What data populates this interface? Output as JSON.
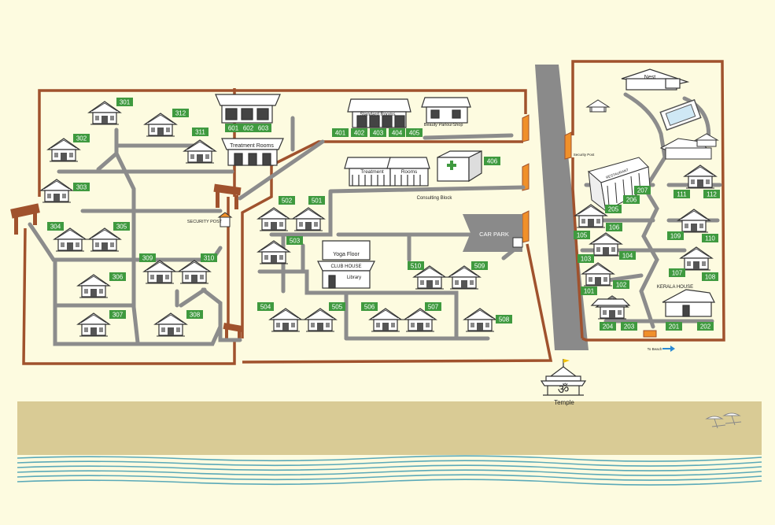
{
  "colors": {
    "background": "#fdfbe0",
    "boundary": "#a0522d",
    "path": "#8c8c8c",
    "road": "#8a8a8a",
    "room_tag": "#3f9a3f",
    "sand": "#d9cb95",
    "sea_stripe": "#5aa9b8",
    "gate": "#a0522d",
    "orange_marker": "#f0902a"
  },
  "rooms": [
    {
      "id": "r301",
      "label": "301"
    },
    {
      "id": "r312",
      "label": "312"
    },
    {
      "id": "r311",
      "label": "311"
    },
    {
      "id": "r302",
      "label": "302"
    },
    {
      "id": "r303",
      "label": "303"
    },
    {
      "id": "r304",
      "label": "304"
    },
    {
      "id": "r305",
      "label": "305"
    },
    {
      "id": "r306",
      "label": "306"
    },
    {
      "id": "r307",
      "label": "307"
    },
    {
      "id": "r308",
      "label": "308"
    },
    {
      "id": "r309",
      "label": "309"
    },
    {
      "id": "r310",
      "label": "310"
    },
    {
      "id": "r601",
      "label": "601"
    },
    {
      "id": "r602",
      "label": "602"
    },
    {
      "id": "r603",
      "label": "603"
    },
    {
      "id": "r401",
      "label": "401"
    },
    {
      "id": "r402",
      "label": "402"
    },
    {
      "id": "r403",
      "label": "403"
    },
    {
      "id": "r404",
      "label": "404"
    },
    {
      "id": "r405",
      "label": "405"
    },
    {
      "id": "r406",
      "label": "406"
    },
    {
      "id": "r501",
      "label": "501"
    },
    {
      "id": "r502",
      "label": "502"
    },
    {
      "id": "r503",
      "label": "503"
    },
    {
      "id": "r504",
      "label": "504"
    },
    {
      "id": "r505",
      "label": "505"
    },
    {
      "id": "r506",
      "label": "506"
    },
    {
      "id": "r507",
      "label": "507"
    },
    {
      "id": "r508",
      "label": "508"
    },
    {
      "id": "r509",
      "label": "509"
    },
    {
      "id": "r510",
      "label": "510"
    },
    {
      "id": "r101",
      "label": "101"
    },
    {
      "id": "r102",
      "label": "102"
    },
    {
      "id": "r103",
      "label": "103"
    },
    {
      "id": "r104",
      "label": "104"
    },
    {
      "id": "r105",
      "label": "105"
    },
    {
      "id": "r106",
      "label": "106"
    },
    {
      "id": "r107",
      "label": "107"
    },
    {
      "id": "r108",
      "label": "108"
    },
    {
      "id": "r109",
      "label": "109"
    },
    {
      "id": "r110",
      "label": "110"
    },
    {
      "id": "r111",
      "label": "111"
    },
    {
      "id": "r112",
      "label": "112"
    },
    {
      "id": "r201",
      "label": "201"
    },
    {
      "id": "r202",
      "label": "202"
    },
    {
      "id": "r203",
      "label": "203"
    },
    {
      "id": "r204",
      "label": "204"
    },
    {
      "id": "r205",
      "label": "205"
    },
    {
      "id": "r206",
      "label": "206"
    },
    {
      "id": "r207",
      "label": "207"
    }
  ],
  "labels": {
    "treatment_rooms": "Treatment Rooms",
    "standard_rooms": "Standard Rooms",
    "beauty_parlour": "Beauty Parlour",
    "shop": "Shop",
    "treatment": "Treatment",
    "rooms": "Rooms",
    "consulting_block": "Consulting Block",
    "car_park": "CAR PARK",
    "security_post": "SECURITY POST",
    "yoga_floor": "Yoga Floor",
    "club_house": "CLUB HOUSE",
    "library": "Library",
    "nest": "Nest",
    "restaurant": "RESTAURANT",
    "security_post_small": "Security Post",
    "kerala_house": "KERALA HOUSE",
    "temple": "Temple",
    "to_beach": "To Beach"
  }
}
